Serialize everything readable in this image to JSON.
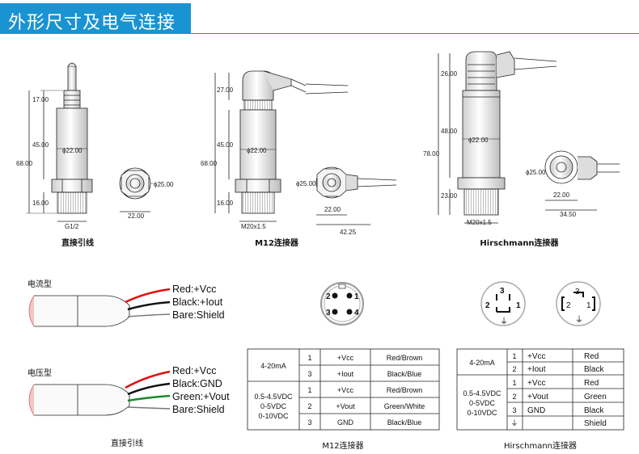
{
  "header": {
    "title": "外形尺寸及电气连接"
  },
  "drawings": {
    "direct": {
      "dims": [
        "17.00",
        "45.00",
        "68.00",
        "16.00",
        "G1/2",
        "ϕ22.00",
        "ϕ25.00",
        "22.00"
      ],
      "caption": "直接引线"
    },
    "m12": {
      "dims": [
        "27.00",
        "45.00",
        "68.00",
        "16.00",
        "M20x1.5",
        "ϕ22.00",
        "ϕ25.00",
        "22.00",
        "42.25"
      ],
      "caption": "M12连接器"
    },
    "hirschmann": {
      "dims": [
        "26.00",
        "48.00",
        "78.00",
        "23.00",
        "M20x1.5",
        "ϕ22.00",
        "ϕ25.00",
        "22.00",
        "34.50"
      ],
      "caption": "Hirschmann连接器"
    }
  },
  "wiring": {
    "current": {
      "title": "电流型",
      "wires": [
        "Red:+Vcc",
        "Black:+Iout",
        "Bare:Shield"
      ]
    },
    "voltage": {
      "title": "电压型",
      "wires": [
        "Red:+Vcc",
        "Black:GND",
        "Green:+Vout",
        "Bare:Shield"
      ]
    },
    "caption": "直接引线"
  },
  "m12_pins": [
    "2",
    "1",
    "3",
    "4"
  ],
  "hirschmann_pins": {
    "left": [
      "3",
      "2",
      "1",
      "⏚"
    ],
    "right": [
      "3",
      "2",
      "1",
      "⏚"
    ]
  },
  "m12_table": {
    "caption": "M12连接器",
    "groups": [
      {
        "label": "4-20mA",
        "rows": [
          [
            "1",
            "+Vcc",
            "Red/Brown"
          ],
          [
            "3",
            "+Iout",
            "Black/Blue"
          ]
        ]
      },
      {
        "label": "0.5-4.5VDC\n0-5VDC\n0-10VDC",
        "label_lines": [
          "0.5-4.5VDC",
          "0-5VDC",
          "0-10VDC"
        ],
        "rows": [
          [
            "1",
            "+Vcc",
            "Red/Brown"
          ],
          [
            "2",
            "+Vout",
            "Green/White"
          ],
          [
            "3",
            "GND",
            "Black/Blue"
          ]
        ]
      }
    ]
  },
  "hirschmann_table": {
    "caption": "Hirschmann连接器",
    "groups": [
      {
        "label": "4-20mA",
        "rows": [
          [
            "1",
            "+Vcc",
            "Red"
          ],
          [
            "2",
            "+Iout",
            "Black"
          ]
        ]
      },
      {
        "label_lines": [
          "0.5-4.5VDC",
          "0-5VDC",
          "0-10VDC"
        ],
        "rows": [
          [
            "1",
            "+Vcc",
            "Red"
          ],
          [
            "2",
            "+Vout",
            "Green"
          ],
          [
            "3",
            "GND",
            "Black"
          ],
          [
            "⏚",
            "",
            "Shield"
          ]
        ]
      }
    ]
  }
}
